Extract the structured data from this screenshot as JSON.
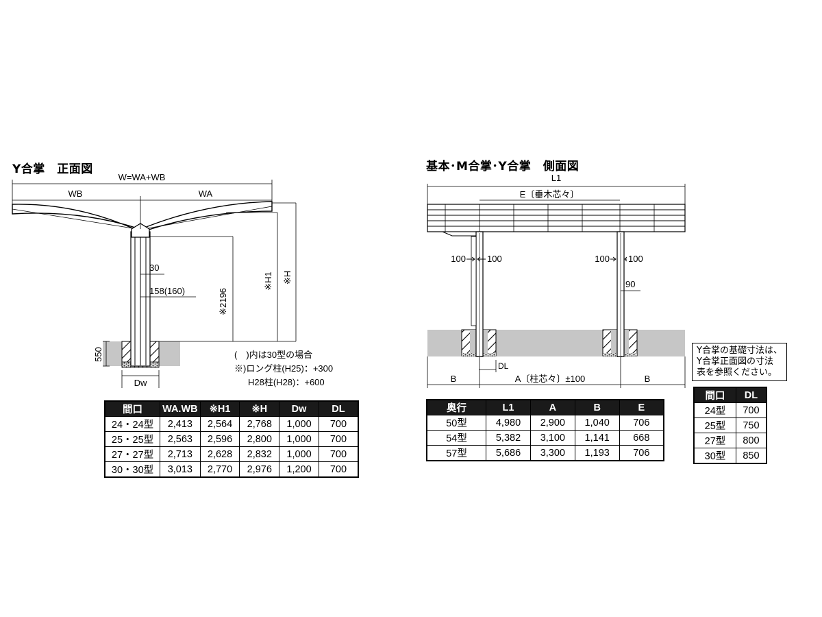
{
  "front": {
    "title": "Y合掌　正面図",
    "labels": {
      "w_total": "W=WA+WB",
      "wb": "WB",
      "wa": "WA",
      "d30": "30",
      "d158": "158(160)",
      "h2196": "※2196",
      "h1": "※H1",
      "h": "※H",
      "d550": "550",
      "dw": "Dw"
    },
    "notes": {
      "line1": "(　)内は30型の場合",
      "line2": "※)ロング柱(H25)：+300",
      "line3": "H28柱(H28)：+600"
    },
    "table": {
      "headers": [
        "間口",
        "WA.WB",
        "※H1",
        "※H",
        "Dw",
        "DL"
      ],
      "rows": [
        [
          "24・24型",
          "2,413",
          "2,564",
          "2,768",
          "1,000",
          "700"
        ],
        [
          "25・25型",
          "2,563",
          "2,596",
          "2,800",
          "1,000",
          "700"
        ],
        [
          "27・27型",
          "2,713",
          "2,628",
          "2,832",
          "1,000",
          "700"
        ],
        [
          "30・30型",
          "3,013",
          "2,770",
          "2,976",
          "1,200",
          "700"
        ]
      ]
    }
  },
  "side": {
    "title": "基本･M合掌･Y合掌　側面図",
    "labels": {
      "l1": "L1",
      "e": "E〔垂木芯々〕",
      "left100a": "100",
      "left100b": "100",
      "right100a": "100",
      "right100b": "100",
      "d90": "90",
      "dl": "DL",
      "b_left": "B",
      "a": "A〔柱芯々〕±100",
      "b_right": "B"
    },
    "table": {
      "headers": [
        "奥行",
        "L1",
        "A",
        "B",
        "E"
      ],
      "rows": [
        [
          "50型",
          "4,980",
          "2,900",
          "1,040",
          "706"
        ],
        [
          "54型",
          "5,382",
          "3,100",
          "1,141",
          "668"
        ],
        [
          "57型",
          "5,686",
          "3,300",
          "1,193",
          "706"
        ]
      ]
    }
  },
  "foundation": {
    "note_lines": [
      "Y合掌の基礎寸法は、",
      "Y合掌正面図の寸法",
      "表を参照ください。"
    ],
    "table": {
      "headers": [
        "間口",
        "DL"
      ],
      "rows": [
        [
          "24型",
          "700"
        ],
        [
          "25型",
          "750"
        ],
        [
          "27型",
          "800"
        ],
        [
          "30型",
          "850"
        ]
      ]
    }
  }
}
